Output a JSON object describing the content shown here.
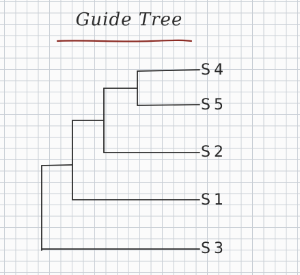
{
  "title": "Guide Tree",
  "colors": {
    "ink": "#2a2a2a",
    "underline": "#8b2a23"
  },
  "leaves": [
    {
      "label": "S4"
    },
    {
      "label": "S5"
    },
    {
      "label": "S2"
    },
    {
      "label": "S1"
    },
    {
      "label": "S3"
    }
  ]
}
